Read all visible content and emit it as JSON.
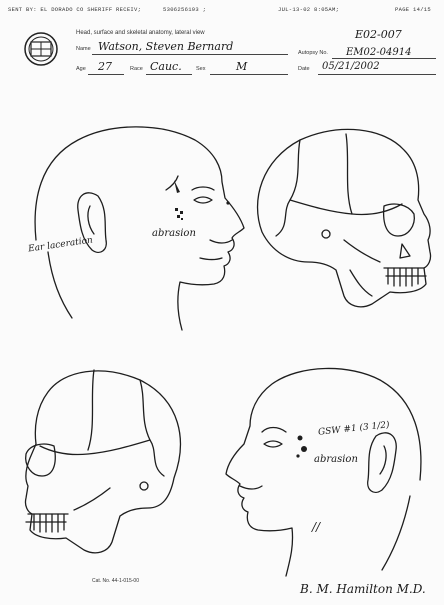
{
  "fax_header": {
    "sender": "SENT BY: EL DORADO CO SHERIFF RECEIV;",
    "phone": "5306256193 ;",
    "datetime": "JUL-13-02 8:05AM;",
    "page": "PAGE 14/15"
  },
  "form": {
    "title": "Head, surface and skeletal anatomy, lateral view",
    "name_label": "Name",
    "name_value": "Watson, Steven Bernard",
    "autopsy_label": "Autopsy No.",
    "case_no_1": "E02-007",
    "autopsy_value": "EM02-04914",
    "age_label": "Age",
    "age_value": "27",
    "race_label": "Race",
    "race_value": "Cauc.",
    "sex_label": "Sex",
    "sex_value": "M",
    "date_label": "Date",
    "date_value": "05/21/2002"
  },
  "annotations": {
    "ear_laceration": "Ear laceration",
    "abrasion_top": "abrasion",
    "gsw": "GSW #1 (3 1/2)",
    "abrasion_bottom": "abrasion",
    "marks": "//"
  },
  "footer": {
    "cat_no": "Cat. No. 44-1-015-00",
    "signature": "B. M. Hamilton M.D."
  }
}
